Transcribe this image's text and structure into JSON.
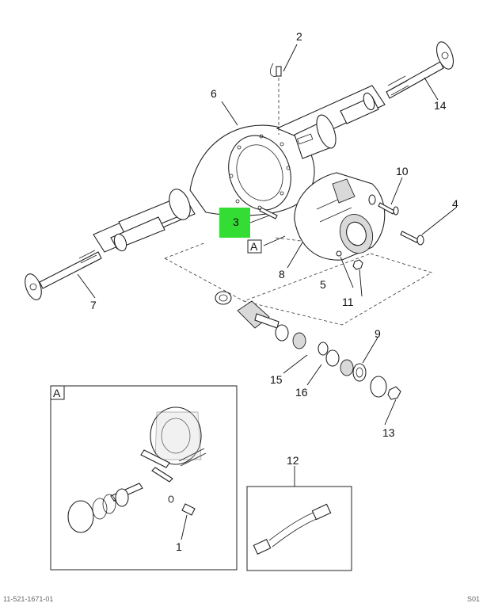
{
  "callouts": {
    "c1": "1",
    "c2": "2",
    "c3": "3",
    "c4": "4",
    "c5": "5",
    "c6": "6",
    "c7": "7",
    "c8": "8",
    "c9": "9",
    "c10": "10",
    "c11": "11",
    "c12": "12",
    "c13": "13",
    "c14": "14",
    "c15": "15",
    "c16": "16"
  },
  "detail_marker": "A",
  "detail_box_label": "A",
  "highlight_color": "#33dd33",
  "footer_left": "11-521-1671-01",
  "footer_right": "S01"
}
